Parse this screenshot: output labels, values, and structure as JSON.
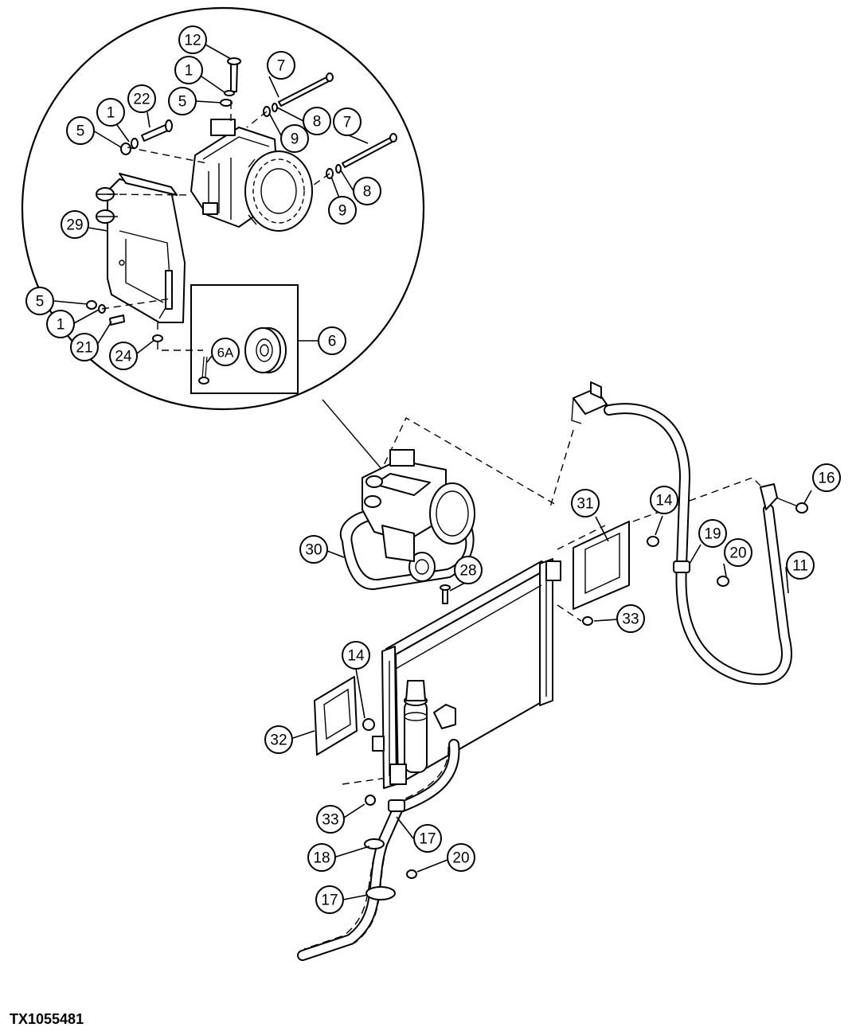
{
  "figure": {
    "id_label": "TX1055481"
  },
  "callouts": [
    {
      "key": "c12",
      "label": "12"
    },
    {
      "key": "c1a",
      "label": "1"
    },
    {
      "key": "c5a",
      "label": "5"
    },
    {
      "key": "c7a",
      "label": "7"
    },
    {
      "key": "c1b",
      "label": "1"
    },
    {
      "key": "c22",
      "label": "22"
    },
    {
      "key": "c5b",
      "label": "5"
    },
    {
      "key": "c8a",
      "label": "8"
    },
    {
      "key": "c9a",
      "label": "9"
    },
    {
      "key": "c7b",
      "label": "7"
    },
    {
      "key": "c9b",
      "label": "9"
    },
    {
      "key": "c8b",
      "label": "8"
    },
    {
      "key": "c29",
      "label": "29"
    },
    {
      "key": "c5c",
      "label": "5"
    },
    {
      "key": "c1c",
      "label": "1"
    },
    {
      "key": "c21",
      "label": "21"
    },
    {
      "key": "c24",
      "label": "24"
    },
    {
      "key": "c6a",
      "label": "6A"
    },
    {
      "key": "c6",
      "label": "6"
    },
    {
      "key": "c31",
      "label": "31"
    },
    {
      "key": "c14a",
      "label": "14"
    },
    {
      "key": "c16",
      "label": "16"
    },
    {
      "key": "c19",
      "label": "19"
    },
    {
      "key": "c20a",
      "label": "20"
    },
    {
      "key": "c11",
      "label": "11"
    },
    {
      "key": "c30",
      "label": "30"
    },
    {
      "key": "c28",
      "label": "28"
    },
    {
      "key": "c33a",
      "label": "33"
    },
    {
      "key": "c14b",
      "label": "14"
    },
    {
      "key": "c32",
      "label": "32"
    },
    {
      "key": "c33b",
      "label": "33"
    },
    {
      "key": "c17a",
      "label": "17"
    },
    {
      "key": "c18",
      "label": "18"
    },
    {
      "key": "c20b",
      "label": "20"
    },
    {
      "key": "c17b",
      "label": "17"
    }
  ]
}
